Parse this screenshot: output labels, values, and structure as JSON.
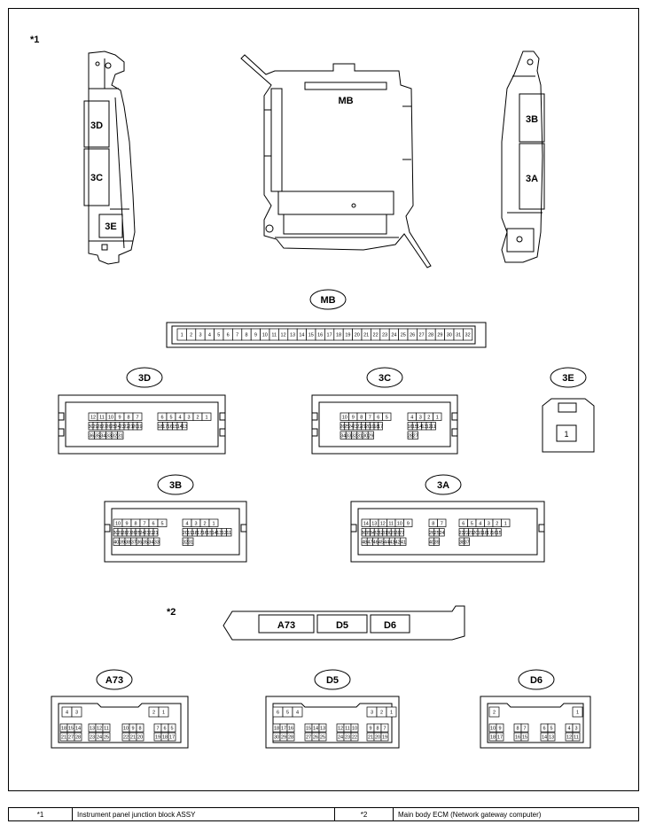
{
  "figure": {
    "marker_1": "*1",
    "marker_2": "*2"
  },
  "junction_block": {
    "left_labels": [
      "3D",
      "3C",
      "3E"
    ],
    "center_label": "MB",
    "right_labels": [
      "3B",
      "3A"
    ]
  },
  "connectors": {
    "MB": {
      "label": "MB",
      "pins": [
        "1",
        "2",
        "3",
        "4",
        "5",
        "6",
        "7",
        "8",
        "9",
        "10",
        "11",
        "12",
        "13",
        "14",
        "15",
        "16",
        "17",
        "18",
        "19",
        "20",
        "21",
        "22",
        "23",
        "24",
        "25",
        "26",
        "27",
        "28",
        "29",
        "30",
        "31",
        "32"
      ]
    },
    "3D": {
      "label": "3D",
      "row1_left": [
        "12",
        "11",
        "10",
        "9",
        "8",
        "7"
      ],
      "row1_right": [
        "6",
        "5",
        "4",
        "3",
        "2",
        "1"
      ],
      "row2_left": [
        "30",
        "29",
        "28",
        "27",
        "26",
        "25",
        "24",
        "23",
        "22",
        "21",
        "20",
        "19"
      ],
      "row2_right": [
        "18",
        "17",
        "16",
        "15",
        "14",
        "13"
      ],
      "row3_left": [
        "36",
        "35",
        "34",
        "33",
        "32",
        "31"
      ]
    },
    "3C": {
      "label": "3C",
      "row1_left": [
        "10",
        "9",
        "8",
        "7",
        "6",
        "5"
      ],
      "row1_right": [
        "4",
        "3",
        "2",
        "1"
      ],
      "row2_left": [
        "26",
        "25",
        "24",
        "23",
        "22",
        "21",
        "20",
        "19",
        "18",
        "17"
      ],
      "row2_right": [
        "16",
        "15",
        "14",
        "13",
        "12",
        "11"
      ],
      "row3_left": [
        "34",
        "33",
        "32",
        "31",
        "30",
        "29"
      ],
      "row3_right": [
        "28",
        "27"
      ]
    },
    "3E": {
      "label": "3E",
      "pins": [
        "1"
      ]
    },
    "3B": {
      "label": "3B",
      "row1_left": [
        "10",
        "9",
        "8",
        "7",
        "6",
        "5"
      ],
      "row1_right": [
        "4",
        "3",
        "2",
        "1"
      ],
      "row2_left": [
        "30",
        "29",
        "28",
        "27",
        "26",
        "25",
        "24",
        "23",
        "22",
        "21"
      ],
      "row2_right": [
        "20",
        "19",
        "18",
        "17",
        "16",
        "15",
        "14",
        "13",
        "12",
        "11"
      ],
      "row3_left": [
        "40",
        "39",
        "38",
        "37",
        "36",
        "35",
        "34",
        "33"
      ],
      "row3_right": [
        "32",
        "31"
      ]
    },
    "3A": {
      "label": "3A",
      "row1_left": [
        "14",
        "13",
        "12",
        "11",
        "10",
        "9"
      ],
      "row1_mid": [
        "8",
        "7"
      ],
      "row1_right": [
        "6",
        "5",
        "4",
        "3",
        "2",
        "1"
      ],
      "row2_left": [
        "36",
        "35",
        "34",
        "33",
        "32",
        "31",
        "30",
        "29",
        "28",
        "27"
      ],
      "row2_mid": [
        "26",
        "25",
        "24"
      ],
      "row2_right": [
        "23",
        "22",
        "21",
        "20",
        "19",
        "18",
        "17",
        "16",
        "15"
      ],
      "row3_left": [
        "48",
        "47",
        "46",
        "45",
        "44",
        "43",
        "42",
        "41"
      ],
      "row3_mid": [
        "40",
        "39"
      ],
      "row3_right": [
        "38",
        "37"
      ]
    },
    "A73": {
      "label": "A73",
      "top_left": [
        "4",
        "3"
      ],
      "top_right": [
        "2",
        "1"
      ],
      "mid": [
        [
          "18",
          "15",
          "14"
        ],
        [
          "13",
          "12",
          "11"
        ],
        [
          "10",
          "9",
          "8"
        ],
        [
          "7",
          "6",
          "5"
        ]
      ],
      "bot": [
        [
          "21",
          "27",
          "28"
        ],
        [
          "23",
          "24",
          "25"
        ],
        [
          "22",
          "21",
          "20"
        ],
        [
          "19",
          "18",
          "17"
        ]
      ]
    },
    "D5": {
      "label": "D5",
      "top_left": [
        "6",
        "5",
        "4"
      ],
      "top_right": [
        "3",
        "2",
        "1"
      ],
      "mid": [
        [
          "18",
          "17",
          "16"
        ],
        [
          "15",
          "14",
          "13"
        ],
        [
          "12",
          "11",
          "10"
        ],
        [
          "9",
          "8",
          "7"
        ]
      ],
      "bot": [
        [
          "30",
          "29",
          "28"
        ],
        [
          "27",
          "26",
          "25"
        ],
        [
          "24",
          "23",
          "22"
        ],
        [
          "21",
          "20",
          "19"
        ]
      ]
    },
    "D6": {
      "label": "D6",
      "top_left": [
        "2"
      ],
      "top_right": [
        "1"
      ],
      "mid": [
        [
          "10",
          "9"
        ],
        [
          "8",
          "7"
        ],
        [
          "6",
          "5"
        ],
        [
          "4",
          "3"
        ]
      ],
      "bot": [
        [
          "18",
          "17"
        ],
        [
          "16",
          "15"
        ],
        [
          "14",
          "13"
        ],
        [
          "12",
          "11"
        ]
      ]
    }
  },
  "ecm": {
    "labels": [
      "A73",
      "D5",
      "D6"
    ]
  },
  "legend": {
    "key_1": "*1",
    "text_1": "Instrument panel junction block ASSY",
    "key_2": "*2",
    "text_2": "Main body ECM (Network gateway computer)"
  }
}
